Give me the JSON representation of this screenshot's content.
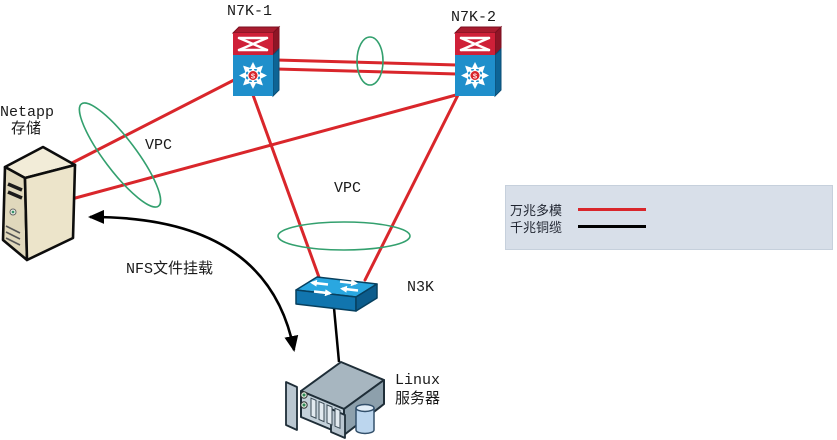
{
  "diagram": {
    "nodes": {
      "n7k1": {
        "label": "N7K-1",
        "badge": "S"
      },
      "n7k2": {
        "label": "N7K-2",
        "badge": "S"
      },
      "n3k": {
        "label": "N3K"
      },
      "storage": {
        "label_line1": "Netapp",
        "label_line2": "存储"
      },
      "server": {
        "label_line1": "Linux",
        "label_line2": "服务器"
      }
    },
    "annotations": {
      "vpc_left": "VPC",
      "vpc_mid": "VPC",
      "nfs": "NFS文件挂载"
    },
    "legend": {
      "items": [
        {
          "label": "万兆多模",
          "color": "#d9262b"
        },
        {
          "label": "千兆铜缆",
          "color": "#000000"
        }
      ]
    },
    "links": [
      {
        "from": "Netapp存储",
        "to": "N7K-1",
        "type": "万兆多模"
      },
      {
        "from": "Netapp存储",
        "to": "N7K-2",
        "type": "万兆多模"
      },
      {
        "from": "N7K-1",
        "to": "N7K-2",
        "type": "万兆多模",
        "count": 2,
        "group": "VPC"
      },
      {
        "from": "N7K-1",
        "to": "N3K",
        "type": "万兆多模",
        "group": "VPC"
      },
      {
        "from": "N7K-2",
        "to": "N3K",
        "type": "万兆多模",
        "group": "VPC"
      },
      {
        "from": "N3K",
        "to": "Linux服务器",
        "type": "千兆铜缆"
      },
      {
        "from": "Linux服务器",
        "to": "Netapp存储",
        "type": "NFS文件挂载"
      }
    ],
    "colors": {
      "fiber_10g": "#d9262b",
      "copper_1g": "#000000",
      "vpc_ellipse": "#33a06e",
      "legend_bg": "#d8dfe9"
    }
  }
}
